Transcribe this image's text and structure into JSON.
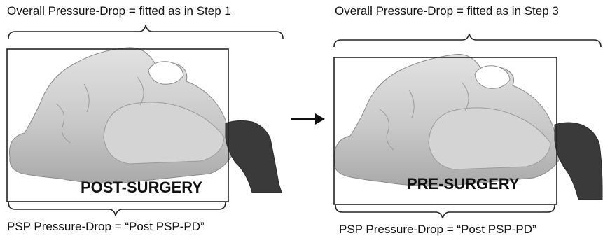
{
  "left_panel": {
    "top_caption": "Overall Pressure-Drop = fitted as in Step 1",
    "label": "POST-SURGERY",
    "bottom_caption": "PSP Pressure-Drop = “Post PSP-PD”"
  },
  "right_panel": {
    "top_caption": "Overall Pressure-Drop = fitted as in Step 3",
    "label": "PRE-SURGERY",
    "bottom_caption": "PSP Pressure-Drop = “Post PSP-PD”"
  },
  "colors": {
    "airway_model": "#c9c9c9",
    "pharynx_model": "#3a3a3a",
    "outline": "#222222"
  }
}
